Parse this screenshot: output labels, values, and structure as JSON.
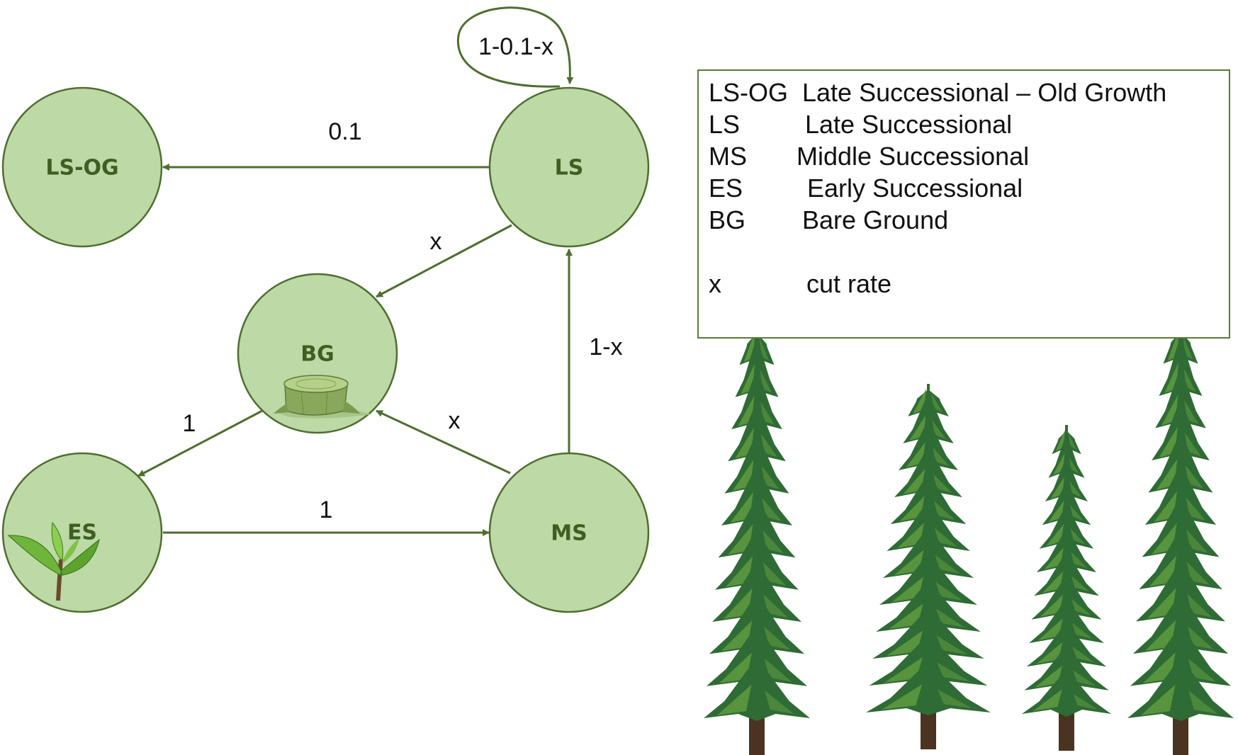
{
  "nodes": [
    {
      "id": "LSOG",
      "label": "LS-OG"
    },
    {
      "id": "LS",
      "label": "LS"
    },
    {
      "id": "BG",
      "label": "BG"
    },
    {
      "id": "ES",
      "label": "ES"
    },
    {
      "id": "MS",
      "label": "MS"
    }
  ],
  "edges": [
    {
      "from": "LS",
      "to": "LS",
      "label": "1-0.1-x"
    },
    {
      "from": "LS",
      "to": "LSOG",
      "label": "0.1"
    },
    {
      "from": "LS",
      "to": "BG",
      "label": "x"
    },
    {
      "from": "MS",
      "to": "LS",
      "label": "1-x"
    },
    {
      "from": "MS",
      "to": "BG",
      "label": "x"
    },
    {
      "from": "BG",
      "to": "ES",
      "label": "1"
    },
    {
      "from": "ES",
      "to": "MS",
      "label": "1"
    }
  ],
  "legend": [
    {
      "key": "LS-OG",
      "desc": "Late Successional – Old Growth"
    },
    {
      "key": "LS",
      "desc": "Late Successional"
    },
    {
      "key": "MS",
      "desc": "Middle Successional"
    },
    {
      "key": "ES",
      "desc": "Early Successional"
    },
    {
      "key": "BG",
      "desc": "Bare Ground"
    },
    {
      "key": "x",
      "desc": "cut rate"
    }
  ],
  "icons": [
    "tree-stump-icon",
    "seedling-icon",
    "conifer-tree-icon"
  ],
  "colors": {
    "node_fill": "#bcd9a6",
    "node_stroke": "#4e6e2f",
    "node_text": "#3f5f22",
    "tree_dark": "#2f6b35",
    "tree_light": "#5f9a3f",
    "trunk": "#4a3320"
  }
}
